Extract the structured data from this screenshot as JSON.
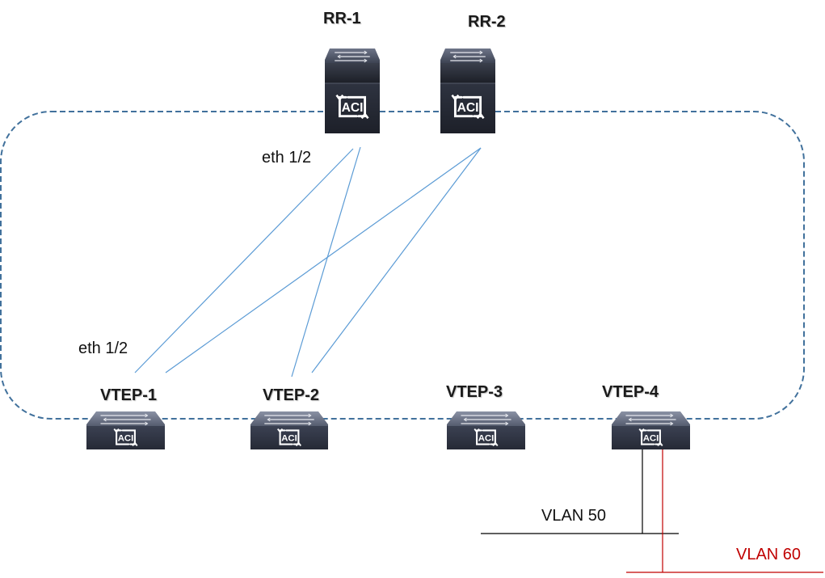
{
  "title": "ACI fabric VXLAN topology",
  "fabric_boundary": {
    "style": "dashed",
    "color": "#41719c"
  },
  "link_color": "#5b9bd5",
  "spines": [
    {
      "id": "rr1",
      "label": "RR-1",
      "icon": "aci-spine-switch-icon"
    },
    {
      "id": "rr2",
      "label": "RR-2",
      "icon": "aci-spine-switch-icon"
    }
  ],
  "leaves": [
    {
      "id": "vtep1",
      "label": "VTEP-1",
      "icon": "aci-leaf-switch-icon"
    },
    {
      "id": "vtep2",
      "label": "VTEP-2",
      "icon": "aci-leaf-switch-icon"
    },
    {
      "id": "vtep3",
      "label": "VTEP-3",
      "icon": "aci-leaf-switch-icon"
    },
    {
      "id": "vtep4",
      "label": "VTEP-4",
      "icon": "aci-leaf-switch-icon"
    }
  ],
  "links": [
    {
      "from": "rr1",
      "to": "vtep1"
    },
    {
      "from": "rr1",
      "to": "vtep2"
    },
    {
      "from": "rr2",
      "to": "vtep1"
    },
    {
      "from": "rr2",
      "to": "vtep2"
    }
  ],
  "interface_labels": {
    "spine_side": "eth 1/2",
    "leaf_side": "eth 1/2"
  },
  "vlans": [
    {
      "label": "VLAN 50",
      "color": "#000000",
      "attached_to": "vtep4"
    },
    {
      "label": "VLAN 60",
      "color": "#c00000",
      "attached_to": "vtep4"
    }
  ],
  "switch_badge": "ACI"
}
